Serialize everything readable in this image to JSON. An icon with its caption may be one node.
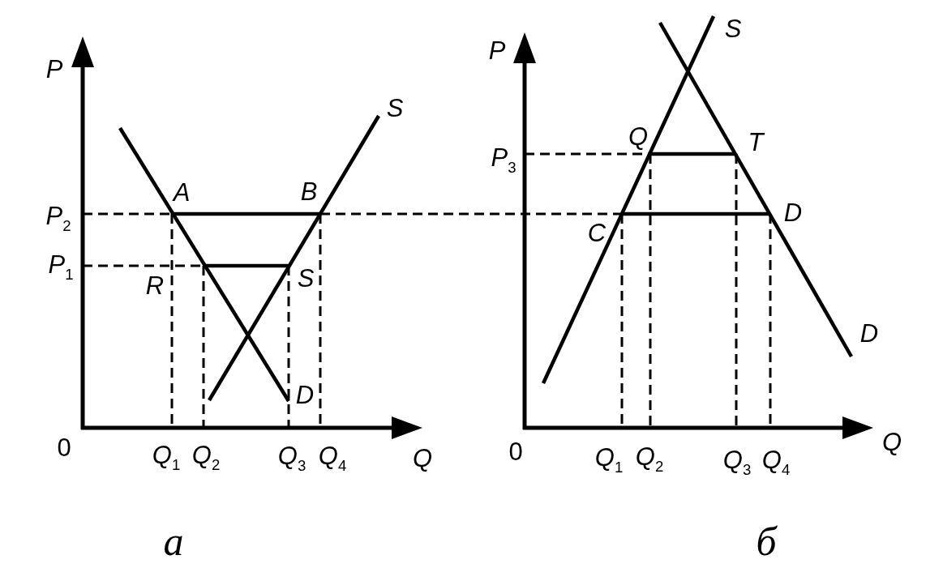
{
  "diagram": {
    "labels": [
      "P",
      "S",
      "A",
      "B",
      "P$_{2}$",
      "P$_{1}$",
      "R",
      "S",
      "D",
      "0",
      "Q$_{1}$",
      "Q$_{2}$",
      "Q$_{3}$",
      "Q$_{4}$",
      "Q",
      "а",
      "P",
      "S",
      "Q",
      "T",
      "P$_{3}$",
      "C",
      "D",
      "D",
      "0",
      "Q",
      "Q$_{1}$",
      "Q$_{2}$",
      "Q$_{3}$",
      "Q$_{4}$",
      "б"
    ]
  }
}
